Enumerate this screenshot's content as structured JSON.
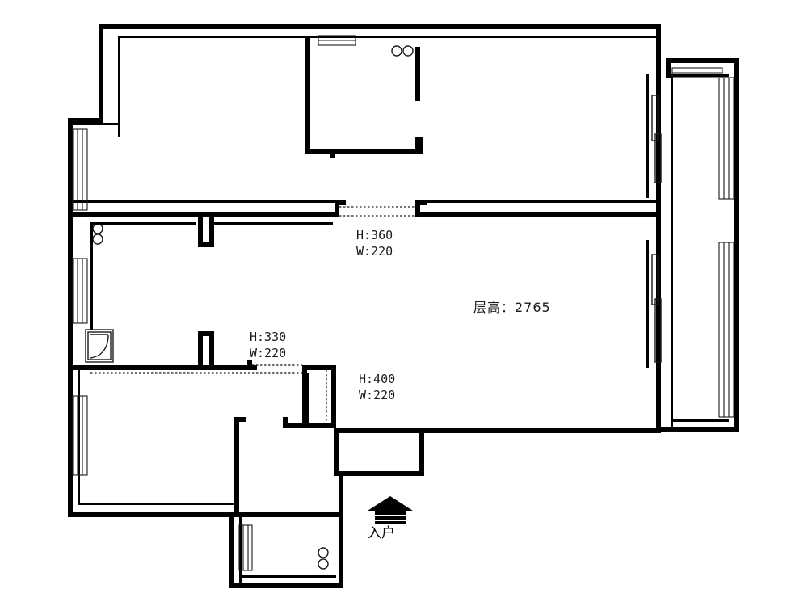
{
  "document": {
    "type": "floor-plan-drawing",
    "background_color": "#ffffff",
    "line_color": "#1a1a1a"
  },
  "annotations": {
    "opening_top": {
      "height_label": "H:360",
      "width_label": "W:220"
    },
    "opening_left": {
      "height_label": "H:330",
      "width_label": "W:220"
    },
    "opening_center": {
      "height_label": "H:400",
      "width_label": "W:220"
    },
    "ceiling": {
      "label": "层高：2765"
    },
    "entry": {
      "label": "入户",
      "icon": "up-arrow-door-icon"
    }
  },
  "fixtures": {
    "drain_pair_top": {
      "count": 2,
      "shape": "circle"
    },
    "drain_pair_left": {
      "count": 2,
      "shape": "circle"
    },
    "drain_pair_bottom": {
      "count": 2,
      "shape": "circle"
    },
    "door_swing_left": {
      "type": "door-swing-arc"
    },
    "windows": {
      "count": 5,
      "style": "triple-line"
    },
    "balcony_sliding_doors": {
      "count": 2
    }
  }
}
